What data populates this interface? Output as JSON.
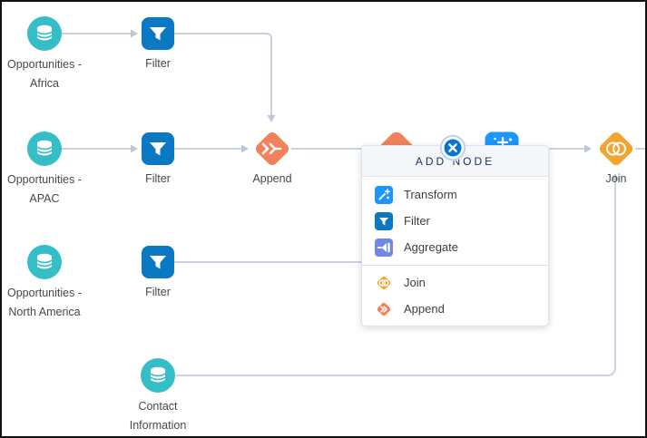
{
  "colors": {
    "dataset": "#35BEC8",
    "filter": "#0B79C1",
    "append": "#F2805A",
    "join": "#F2A42F",
    "transform": "#1B96FF",
    "aggregate": "#7086E8",
    "close_button": "#0B74D1",
    "edge": "#C9D2DE",
    "edge_arrow": "#BCC7D4"
  },
  "nodes": {
    "opp_africa": {
      "label1": "Opportunities -",
      "label2": "Africa"
    },
    "filter_africa": {
      "label": "Filter"
    },
    "opp_apac": {
      "label1": "Opportunities -",
      "label2": "APAC"
    },
    "filter_apac": {
      "label": "Filter"
    },
    "append": {
      "label": "Append"
    },
    "opp_na": {
      "label1": "Opportunities -",
      "label2": "North America"
    },
    "filter_na": {
      "label": "Filter"
    },
    "contact": {
      "label1": "Contact",
      "label2": "Information"
    },
    "join": {
      "label": "Join"
    }
  },
  "popup": {
    "title": "ADD NODE",
    "items": [
      {
        "label": "Transform"
      },
      {
        "label": "Filter"
      },
      {
        "label": "Aggregate"
      },
      {
        "label": "Join"
      },
      {
        "label": "Append"
      }
    ]
  }
}
